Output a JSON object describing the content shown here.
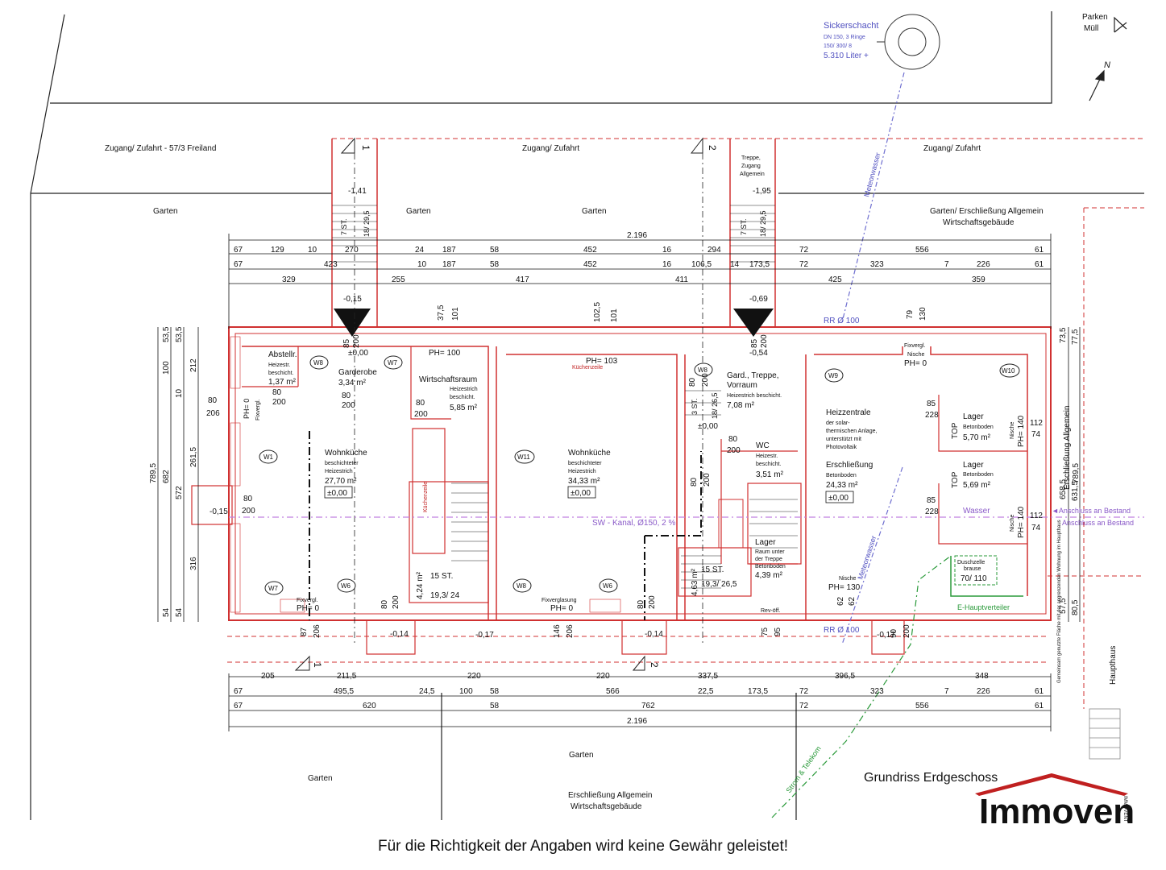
{
  "labels": {
    "sickerschacht": "Sickerschacht",
    "sicker_l1": "DN 150, 3 Ringe",
    "sicker_l2": "150/ 300/ 8",
    "sicker_l3": "5.310 Liter +",
    "parken": "Parken",
    "muell": "Müll",
    "north": "N",
    "zugang1": "Zugang/ Zufahrt - 57/3 Freiland",
    "zugang2": "Zugang/ Zufahrt",
    "zugang3": "Zugang/ Zufahrt",
    "treppe_zugang": "Treppe,",
    "treppe_zugang2": "Zugang",
    "treppe_zugang3": "Allgemein",
    "garten_a": "Garten",
    "garten_b": "Garten",
    "garten_c": "Garten",
    "garten_erschl": "Garten/ Erschließung Allgemein",
    "wirtschaftsgebaeude": "Wirtschaftsgebäude",
    "garten_bottom1": "Garten",
    "garten_bottom2": "Garten",
    "erschl_bottom": "Erschließung Allgemein",
    "wirtschaft_bottom": "Wirtschaftsgebäude",
    "rr1": "RR Ø 100",
    "rr2": "RR Ø 100",
    "meteor1": "Meteorwasser",
    "meteor2": "Meteorwasser",
    "sw_kanal": "SW - Kanal, Ø150, 2 %",
    "wasser": "Wasser",
    "anschluss1": "◄Anschluss an Bestand",
    "anschluss2": "Anschluss an Bestand",
    "strom": "Strom & Telekom",
    "e_haupt": "E-Hauptverteiler",
    "erschl_vert": "Erschließung Allgemein",
    "haupthaus": "Haupthaus",
    "gemeinsam": "Gemeinsam genutzte Fläche mit der angrenzenden Wohnung im Haupthaus",
    "kuechenzeile1": "Küchenzeile",
    "kuechenzeile2": "Küchenzeile"
  },
  "rooms": {
    "abstell": {
      "name": "Abstellr.",
      "l1": "Heizestr.",
      "l2": "beschicht.",
      "area": "1,37 m²"
    },
    "garderobe": {
      "name": "Garderobe",
      "area": "3,34 m²"
    },
    "wirtschaft": {
      "name": "Wirtschaftsraum",
      "l1": "Heizestrich",
      "l2": "beschicht.",
      "area": "5,85 m²"
    },
    "wohn1": {
      "name": "Wohnküche",
      "l1": "beschichteter",
      "l2": "Heizestrich",
      "area": "27,70 m²",
      "level": "±0,00"
    },
    "wohn2": {
      "name": "Wohnküche",
      "l1": "beschichteter",
      "l2": "Heizestrich",
      "area": "34,33 m²",
      "level": "±0,00"
    },
    "gard": {
      "name": "Gard., Treppe,",
      "name2": "Vorraum",
      "l1": "Heizestrich beschicht.",
      "area": "7,08 m²"
    },
    "wc": {
      "name": "WC",
      "l1": "Heizestr.",
      "l2": "beschicht.",
      "area": "3,51 m²"
    },
    "lager_tr": {
      "name": "Lager",
      "l1": "Raum unter",
      "l2": "der Treppe",
      "l3": "Betonboden",
      "area": "4,39 m²"
    },
    "heiz": {
      "name": "Heizzentrale",
      "l1": "der solar-",
      "l2": "thermischen Anlage,",
      "l3": "unterstützt mit",
      "l4": "Photovoltaik",
      "name2": "Erschließung",
      "l5": "Betonboden",
      "area": "24,33 m²",
      "level": "±0,00"
    },
    "lager1": {
      "name": "Lager",
      "l1": "Betonboden",
      "area": "5,70 m²"
    },
    "lager2": {
      "name": "Lager",
      "l1": "Betonboden",
      "area": "5,69 m²"
    },
    "dusche": {
      "name": "Duschzelle",
      "l1": "brause",
      "dim": "70/ 110"
    }
  },
  "tags": [
    "W8",
    "W7",
    "W1",
    "W7",
    "W6",
    "W11",
    "W8",
    "W6",
    "W8",
    "W9",
    "W10"
  ],
  "levels": [
    "-1,41",
    "-0,15",
    "±0,00",
    "-1,95",
    "-0,69",
    "-0,54",
    "±0,00",
    "-0,15",
    "-0,14",
    "-0,17",
    "-0,14",
    "-0,17"
  ],
  "stairs": {
    "s1": "7 ST.",
    "s1b": "18/ 29,5",
    "s2": "7 ST.",
    "s2b": "18/ 29,5",
    "s3": "15 ST.",
    "s3b": "19,3/ 24",
    "s4": "15 ST.",
    "s4b": "19,3/ 26,5",
    "s5": "3 ST.",
    "s5b": "18/ 26,5",
    "n1": "1",
    "n2": "2",
    "n3": "1",
    "n4": "2"
  },
  "ph": {
    "p1": "PH= 0",
    "p2": "PH= 100",
    "p3": "PH= 103",
    "p4": "PH= 0",
    "p5": "PH= 0",
    "p6": "PH= 0",
    "p7": "PH= 130",
    "p8": "PH= 140",
    "p9": "PH= 140",
    "fix1": "Fixvergl.",
    "fix2": "Fixverglasung",
    "fix3": "Fixvergl.",
    "fix4": "Fixvergl.",
    "nische1": "Nische",
    "nische2": "Nische",
    "nische3": "Nische",
    "nische4": "Nische",
    "top1": "TOP",
    "top2": "TOP",
    "revo": "Rev-öff."
  },
  "dims_top": {
    "r1": [
      "67",
      "129",
      "10",
      "270",
      "24",
      "187",
      "58",
      "452",
      "16",
      "294",
      "72",
      "556",
      "61"
    ],
    "r1total": "2.196",
    "r2": [
      "67",
      "423",
      "10",
      "187",
      "58",
      "452",
      "16",
      "106,5",
      "14",
      "173,5",
      "72",
      "323",
      "7",
      "226",
      "61"
    ],
    "r3": [
      "329",
      "255",
      "417",
      "411",
      "425",
      "359"
    ]
  },
  "dims_bottom": {
    "r1": [
      "205",
      "211,5",
      "220",
      "220",
      "337,5",
      "396,5",
      "348"
    ],
    "r2": [
      "67",
      "495,5",
      "24,5",
      "100",
      "58",
      "566",
      "22,5",
      "173,5",
      "72",
      "323",
      "7",
      "226",
      "61"
    ],
    "r3": [
      "67",
      "620",
      "58",
      "762",
      "72",
      "556",
      "61"
    ],
    "total": "2.196"
  },
  "dims_left": {
    "outer": "789,5",
    "a1": "53,5",
    "a2": "100",
    "a3": "682",
    "a4": "54",
    "b1": "53,5",
    "b2": "212",
    "b3": "10",
    "b4": "261,5",
    "b5": "572",
    "b6": "316",
    "b7": "54"
  },
  "dims_right": {
    "outer": "789,5",
    "a1": "73,5",
    "a2": "658,5",
    "a3": "57,5",
    "b1": "77,5",
    "b2": "631,5",
    "b3": "80,5"
  },
  "openings": [
    "85",
    "200",
    "80",
    "200",
    "80",
    "200",
    "37,5",
    "101",
    "102,5",
    "101",
    "80",
    "206",
    "80",
    "200",
    "85",
    "200",
    "80",
    "200",
    "80",
    "200",
    "80",
    "200",
    "80",
    "200",
    "79",
    "130",
    "85",
    "228",
    "85",
    "228",
    "112",
    "74",
    "112",
    "74",
    "87",
    "206",
    "146",
    "206",
    "75",
    "95",
    "62",
    "62",
    "90",
    "200",
    "4,24 m²",
    "4,63 m²",
    "80",
    "200",
    "80",
    "200"
  ],
  "title": "Grundriss Erdgeschoss",
  "brand": "Immoven",
  "brand_side": "IMMOVENT",
  "disclaimer": "Für die Richtigkeit der Angaben wird keine Gewähr geleistet!",
  "colors": {
    "wall": "#d03030",
    "dim": "#111111",
    "meteor": "#7070d0",
    "kanal": "#b070d0",
    "green": "#2a9a3a"
  }
}
